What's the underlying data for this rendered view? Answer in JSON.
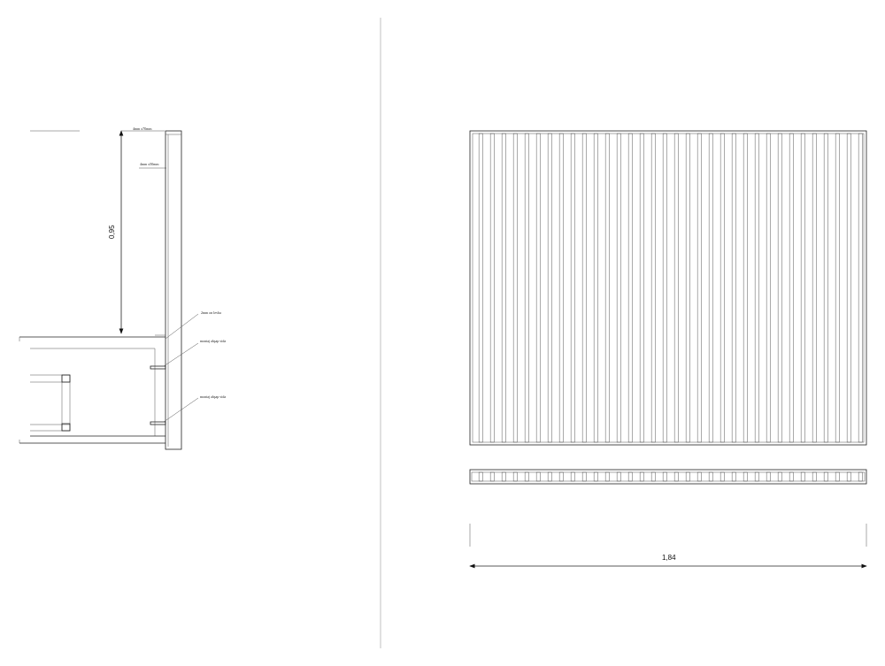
{
  "section_view": {
    "height_dimension": "0,95",
    "labels": {
      "top_profile": "4mm x70mm",
      "baluster": "4mm x50mm",
      "fixing": "2mm on levha",
      "anchor_1": "montaj ahşap vida",
      "anchor_2": "montaj ahşap vida"
    }
  },
  "elevation_view": {
    "width_dimension": "1,84",
    "baluster_count": 34
  }
}
